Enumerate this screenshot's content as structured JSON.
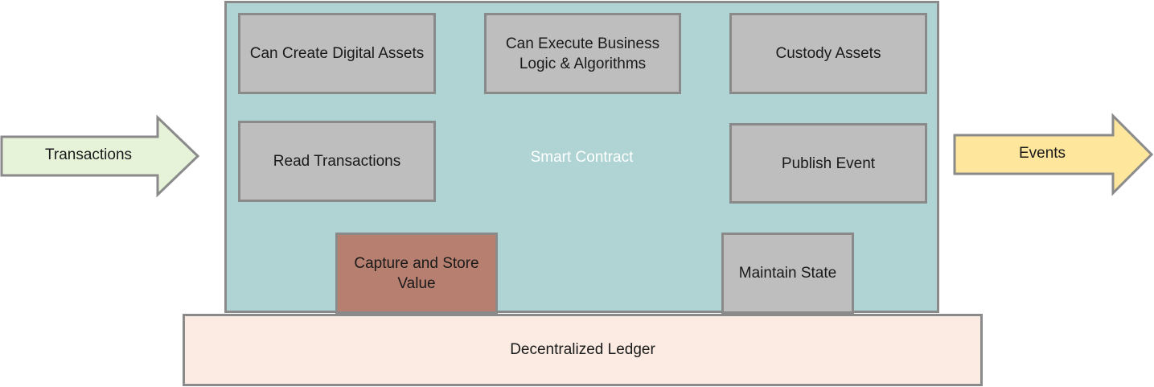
{
  "diagram": {
    "inputs": [
      {
        "label": "Transactions",
        "fill": "#e6f3d9"
      }
    ],
    "outputs": [
      {
        "label": "Events",
        "fill": "#fee69c"
      }
    ],
    "container": {
      "label": "Smart Contract",
      "fill": "#afd4d3"
    },
    "boxes": {
      "create_assets": "Can Create Digital Assets",
      "business_logic": "Can Execute Business Logic & Algorithms",
      "custody": "Custody Assets",
      "read_transactions": "Read Transactions",
      "publish_event": "Publish Event",
      "capture_value": "Capture and Store Value",
      "maintain_state": "Maintain State"
    },
    "base": {
      "label": "Decentralized Ledger",
      "fill": "#fbebe3"
    },
    "colors": {
      "box_fill": "#bebebe",
      "highlight_box_fill": "#b77f6f",
      "border": "#8a8a8a"
    }
  }
}
